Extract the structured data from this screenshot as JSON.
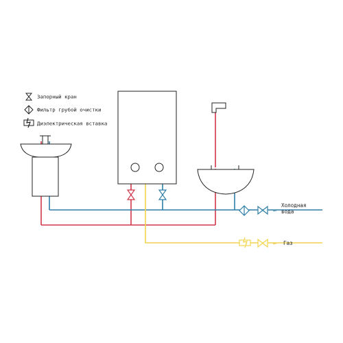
{
  "legend": {
    "items": [
      {
        "icon": "shutoff-valve-icon",
        "label": "Запорный кран"
      },
      {
        "icon": "coarse-filter-icon",
        "label": "Фильтр грубой очистки"
      },
      {
        "icon": "dielectric-insert-icon",
        "label": "Диэлектрическая вставка"
      }
    ]
  },
  "flows": {
    "cold_water": {
      "line1": "Холодная",
      "line2": "вода",
      "arrow": "←"
    },
    "gas": {
      "label": "Газ",
      "arrow": "←"
    }
  },
  "colors": {
    "hot_water": "#d0364a",
    "cold_water": "#2f7fa6",
    "gas": "#f2d44e",
    "fixtures": "#222222"
  }
}
